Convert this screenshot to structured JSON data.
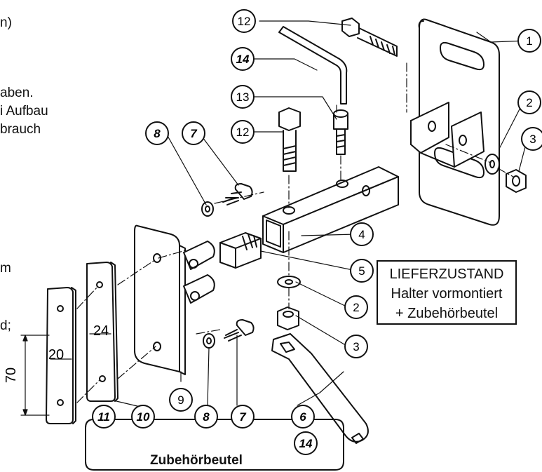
{
  "cut_text_lines": [
    "n)",
    "aben.",
    "i Aufbau",
    "brauch",
    "m",
    "d;"
  ],
  "callouts": [
    {
      "id": "1",
      "number": "1",
      "italic": false
    },
    {
      "id": "2a",
      "number": "2",
      "italic": false
    },
    {
      "id": "3a",
      "number": "3",
      "italic": false
    },
    {
      "id": "4",
      "number": "4",
      "italic": false
    },
    {
      "id": "5",
      "number": "5",
      "italic": false
    },
    {
      "id": "2b",
      "number": "2",
      "italic": false
    },
    {
      "id": "3b",
      "number": "3",
      "italic": false
    },
    {
      "id": "6",
      "number": "6",
      "italic": true
    },
    {
      "id": "7a",
      "number": "7",
      "italic": true
    },
    {
      "id": "8a",
      "number": "8",
      "italic": true
    },
    {
      "id": "7b",
      "number": "7",
      "italic": true
    },
    {
      "id": "8b",
      "number": "8",
      "italic": true
    },
    {
      "id": "9",
      "number": "9",
      "italic": false
    },
    {
      "id": "10",
      "number": "10",
      "italic": true
    },
    {
      "id": "11",
      "number": "11",
      "italic": true
    },
    {
      "id": "12a",
      "number": "12",
      "italic": false
    },
    {
      "id": "12b",
      "number": "12",
      "italic": false
    },
    {
      "id": "13",
      "number": "13",
      "italic": false
    },
    {
      "id": "14a",
      "number": "14",
      "italic": true
    },
    {
      "id": "14b",
      "number": "14",
      "italic": true
    }
  ],
  "dimensions": {
    "plate_11_width": "20",
    "plate_10_width": "24",
    "height": "70"
  },
  "delivery_box": {
    "line1": "LIEFERZUSTAND",
    "line2": "Halter vormontiert",
    "line3": "+ Zubehörbeutel"
  },
  "accessory_box": {
    "title": "Zubehörbeutel"
  }
}
